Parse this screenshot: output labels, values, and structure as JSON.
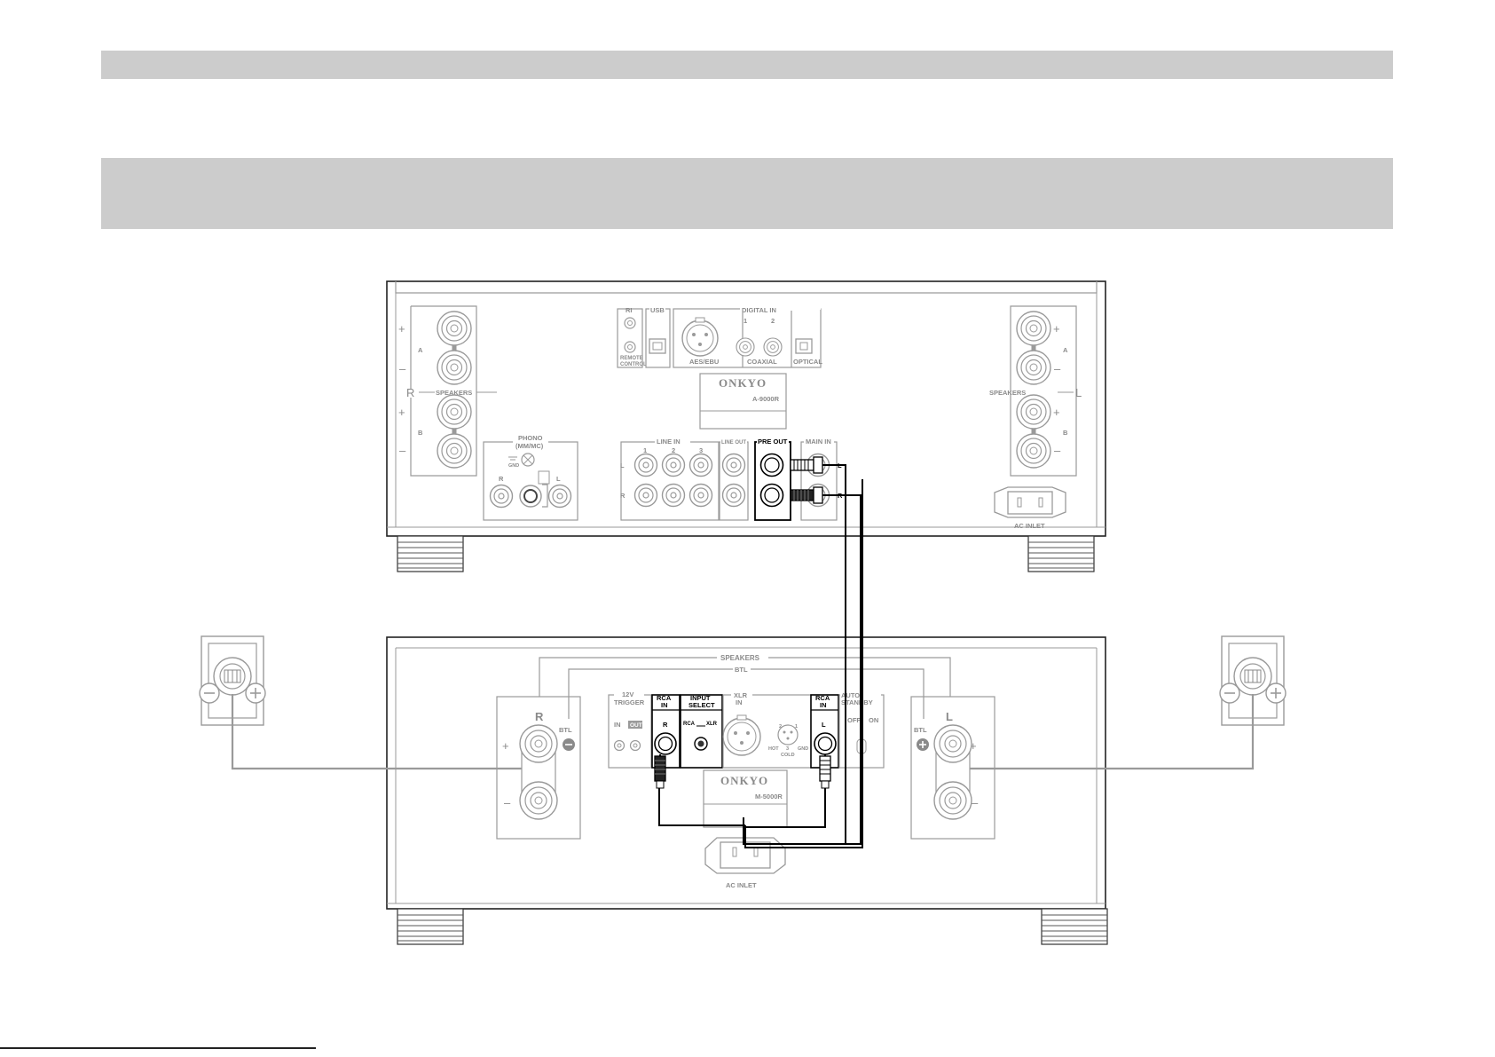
{
  "preamp": {
    "brand": "ONKYO",
    "model": "A-9000R",
    "ri_label": "RI",
    "remote_control": [
      "REMOTE",
      "CONTROL"
    ],
    "usb": "USB",
    "digital_in": "DIGITAL IN",
    "digital_in_num1": "1",
    "digital_in_num2": "2",
    "aes_ebu": "AES/EBU",
    "coaxial": "COAXIAL",
    "optical": "OPTICAL",
    "speakers": "SPEAKERS",
    "channel_r": "R",
    "channel_l": "L",
    "set_a": "A",
    "set_b": "B",
    "plus": "+",
    "minus": "–",
    "phono": [
      "PHONO",
      "(MM/MC)"
    ],
    "gnd": "GND",
    "line_in": "LINE IN",
    "line_nums": [
      "1",
      "2",
      "3"
    ],
    "line_out": "LINE OUT",
    "pre_out": "PRE OUT",
    "main_in": "MAIN IN",
    "ac_inlet": "AC INLET"
  },
  "power_amp": {
    "brand": "ONKYO",
    "model": "M-5000R",
    "speakers": "SPEAKERS",
    "btl": "BTL",
    "channel_r": "R",
    "channel_l": "L",
    "plus": "+",
    "minus": "–",
    "trigger": [
      "12V",
      "TRIGGER"
    ],
    "trigger_in": "IN",
    "trigger_out": "OUT",
    "rca_in": [
      "RCA",
      "IN"
    ],
    "input_select": [
      "INPUT",
      "SELECT"
    ],
    "rca": "RCA",
    "xlr": "XLR",
    "xlr_in": [
      "XLR",
      "IN"
    ],
    "xlr_pins": [
      "2",
      "1",
      "3"
    ],
    "hot": "HOT",
    "gnd": "GND",
    "cold": "COLD",
    "auto_standby": [
      "AUTO",
      "STANDBY"
    ],
    "off": "OFF",
    "on": "ON",
    "ac_inlet": "AC INLET"
  }
}
